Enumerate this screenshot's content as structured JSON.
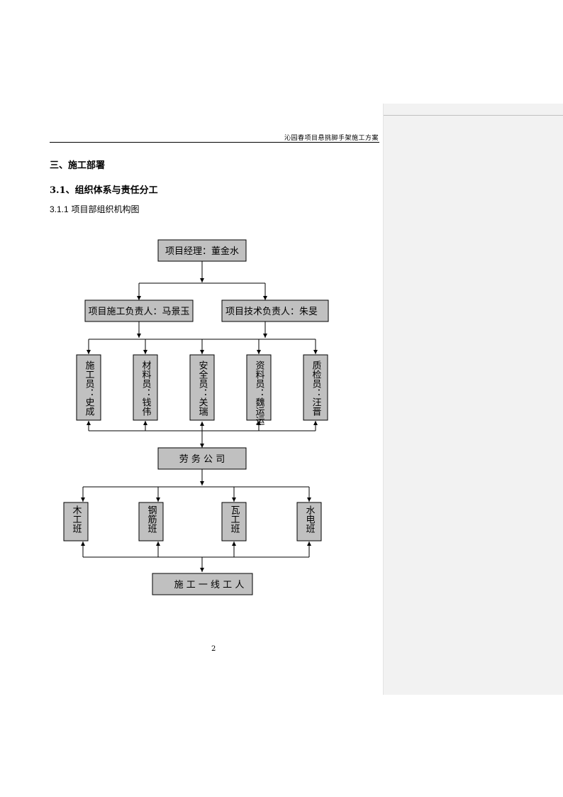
{
  "header": {
    "doc_title": "沁园春项目悬挑脚手架施工方案"
  },
  "section": {
    "heading": "三、施工部署",
    "subheading": "3.1、组织体系与责任分工",
    "subsubheading_num": "3.1.1",
    "subsubheading_text": "项目部组织机构图"
  },
  "org": {
    "manager": "项目经理：董金水",
    "construction_lead": "项目施工负责人：马景玉",
    "technical_lead": "项目技术负责人：朱旻",
    "staff": [
      "施工员：史成",
      "材料员：钱伟",
      "安全员：关瑞",
      "资料员：魏运运",
      "质检员：汪晋"
    ],
    "labor_company": "劳 务 公 司",
    "teams": [
      "木工班",
      "钢筋班",
      "瓦工班",
      "水电班"
    ],
    "workers": "施 工 一 线 工 人"
  },
  "footer": {
    "page_number": "2"
  }
}
